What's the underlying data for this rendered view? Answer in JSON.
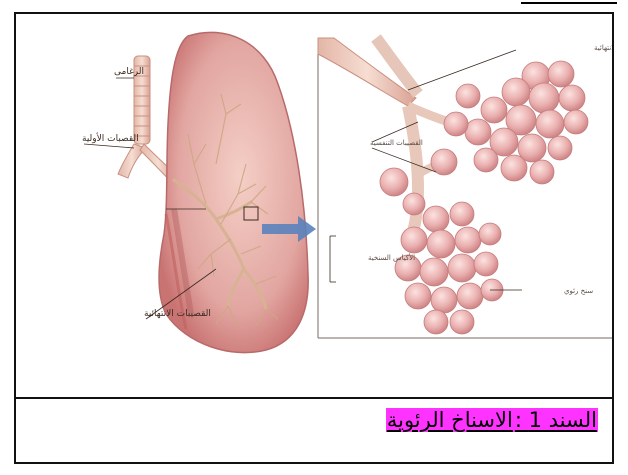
{
  "figure": {
    "lung_labels": {
      "trachea": "الرغامى",
      "primary_bronchi": "القصبات الأولية",
      "terminal_bronchioles": "القصيبات الانتهائية"
    },
    "zoom_labels": {
      "terminal_bronchiole": "القصيبات الانتهائية",
      "respiratory_bronchioles": "القصيبات التنفسية",
      "alveolar_sacs": "الأكياس السنخية",
      "alveolus": "سنخ رئوي"
    }
  },
  "caption": {
    "label": "السند 1 :",
    "title": "الاسناخ الرئوية"
  },
  "colors": {
    "lung": "#d98e8c",
    "lung_dark": "#b85c5e",
    "alveoli": "#eab0b0",
    "arrow": "#5a82bd",
    "highlight": "#ff33ff"
  }
}
